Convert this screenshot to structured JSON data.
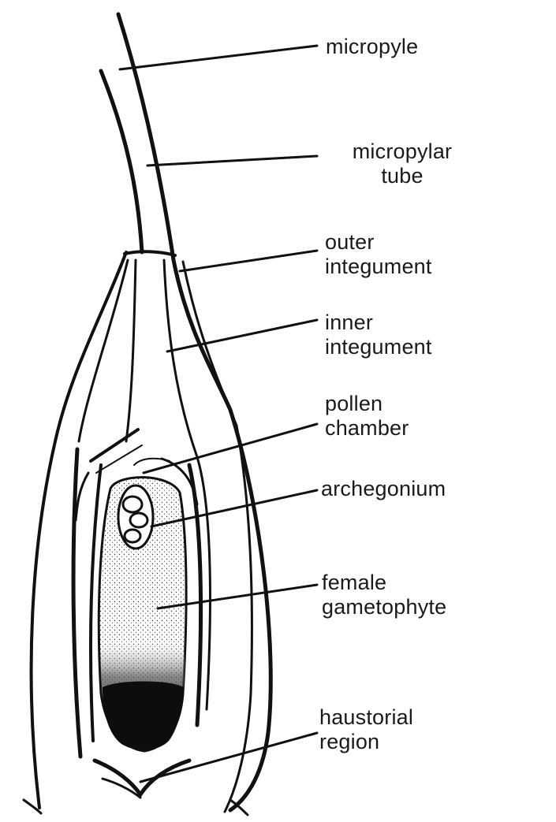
{
  "diagram": {
    "labels": {
      "micropyle": "micropyle",
      "micropylar_tube_1": "micropylar",
      "micropylar_tube_2": "tube",
      "outer_integument_1": "outer",
      "outer_integument_2": "integument",
      "inner_integument_1": "inner",
      "inner_integument_2": "integument",
      "pollen_chamber_1": "pollen",
      "pollen_chamber_2": "chamber",
      "archegonium": "archegonium",
      "female_gametophyte_1": "female",
      "female_gametophyte_2": "gametophyte",
      "haustorial_region_1": "haustorial",
      "haustorial_region_2": "region"
    }
  }
}
